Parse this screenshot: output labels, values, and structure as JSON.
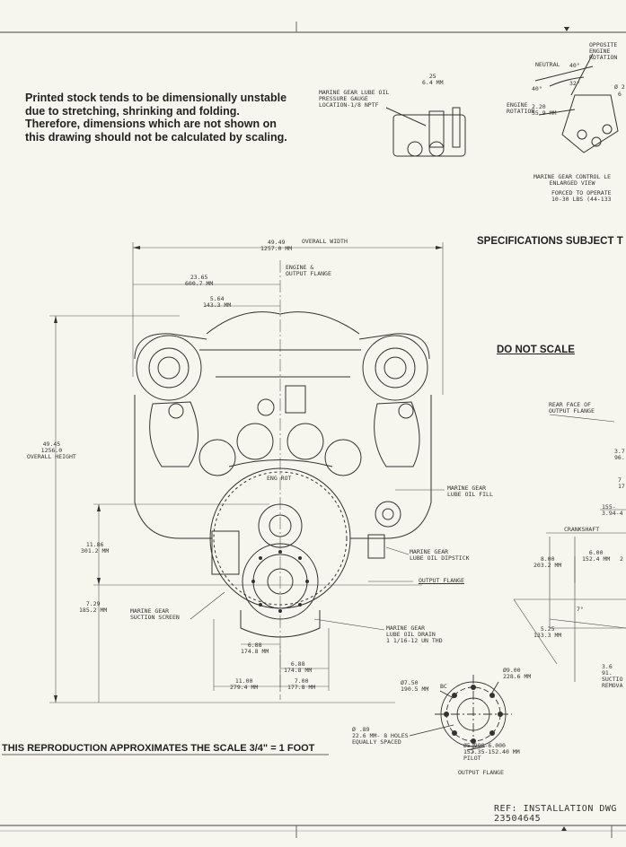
{
  "notes": {
    "scaling_warning": "Printed stock tends to be dimensionally unstable\ndue to stretching, shrinking and folding.\nTherefore, dimensions which are not shown on\nthis drawing should not be calculated by scaling.",
    "specs_subject": "SPECIFICATIONS SUBJECT T",
    "do_not_scale": "DO NOT SCALE",
    "reproduction_scale": "THIS REPRODUCTION APPROXIMATES THE SCALE 3/4\" = 1 FOOT",
    "reference": "REF: INSTALLATION DWG\n23504645"
  },
  "dimensions": {
    "overall_width": "49.49\n1257.0 MM",
    "overall_width_label": "OVERALL WIDTH",
    "engine_flange": "ENGINE &\nOUTPUT FLANGE",
    "half_width": "23.65\n600.7 MM",
    "offset": "5.64\n143.3 MM",
    "overall_height": "49.45\n1256.0\nOVERALL HEIGHT",
    "crank_height": "11.86\n301.2 MM",
    "flange_height": "7.29\n185.2 MM",
    "suction_screen": "MARINE GEAR\nSUCTION SCREEN",
    "dim_688a": "6.88\n174.8 MM",
    "dim_688b": "6.88\n174.8 MM",
    "dim_1100": "11.00\n279.4 MM",
    "dim_700": "7.00\n177.8 MM",
    "eng_rot": "ENG ROT",
    "lube_fill": "MARINE GEAR\nLUBE OIL FILL",
    "dipstick": "MARINE GEAR\nLUBE OIL DIPSTICK",
    "output_flange": "OUTPUT FLANGE",
    "lube_drain": "MARINE GEAR\nLUBE OIL DRAIN\n1 1/16-12 UN THD"
  },
  "gear_detail": {
    "pressure_gauge": "MARINE GEAR LUBE OIL\nPRESSURE GAUGE\nLOCATION-1/8 NPTF",
    "dim_25": "25\n6.4 MM",
    "opposite_rotation": "OPPOSITE\nENGINE\nROTATION",
    "neutral": "NEUTRAL",
    "angle_40": "40°",
    "angle_40b": "40°",
    "angle_32": "32°",
    "dim_phi": "Ø 2",
    "dim_6": "6",
    "engine_rotation": "ENGINE\nROTATION",
    "dim_220": "2.20\n55.9 MM",
    "control_lever": "MARINE GEAR CONTROL LE\nENLARGED VIEW",
    "forced_operate": "FORCED TO OPERATE\n10-30 LBS (44-133"
  },
  "side_view": {
    "rear_face": "REAR FACE OF\nOUTPUT FLANGE",
    "dim_37": "3.7\n96.",
    "dim_7": "7\n17",
    "dim_155": "155-\n3.94-4",
    "crankshaft": "CRANKSHAFT",
    "dim_800": "8.00\n203.2 MM",
    "dim_600": "6.00\n152.4 MM",
    "dim_2": "2",
    "angle_7": "7°",
    "dim_525": "5.25\n133.3 MM",
    "suction": "3.6\n91.\nSUCTIO\nREMOVA"
  },
  "flange_detail": {
    "bc": "Ø7.50\n190.5 MM",
    "bc_suffix": "BC",
    "od": "Ø9.00\n228.6 MM",
    "holes": "Ø .89\n22.6 MM- 8 HOLES\nEQUALLY SPACED",
    "pilot": "Ø5.998-6.000\n152.35-152.40 MM\nPILOT",
    "caption": "OUTPUT FLANGE"
  }
}
